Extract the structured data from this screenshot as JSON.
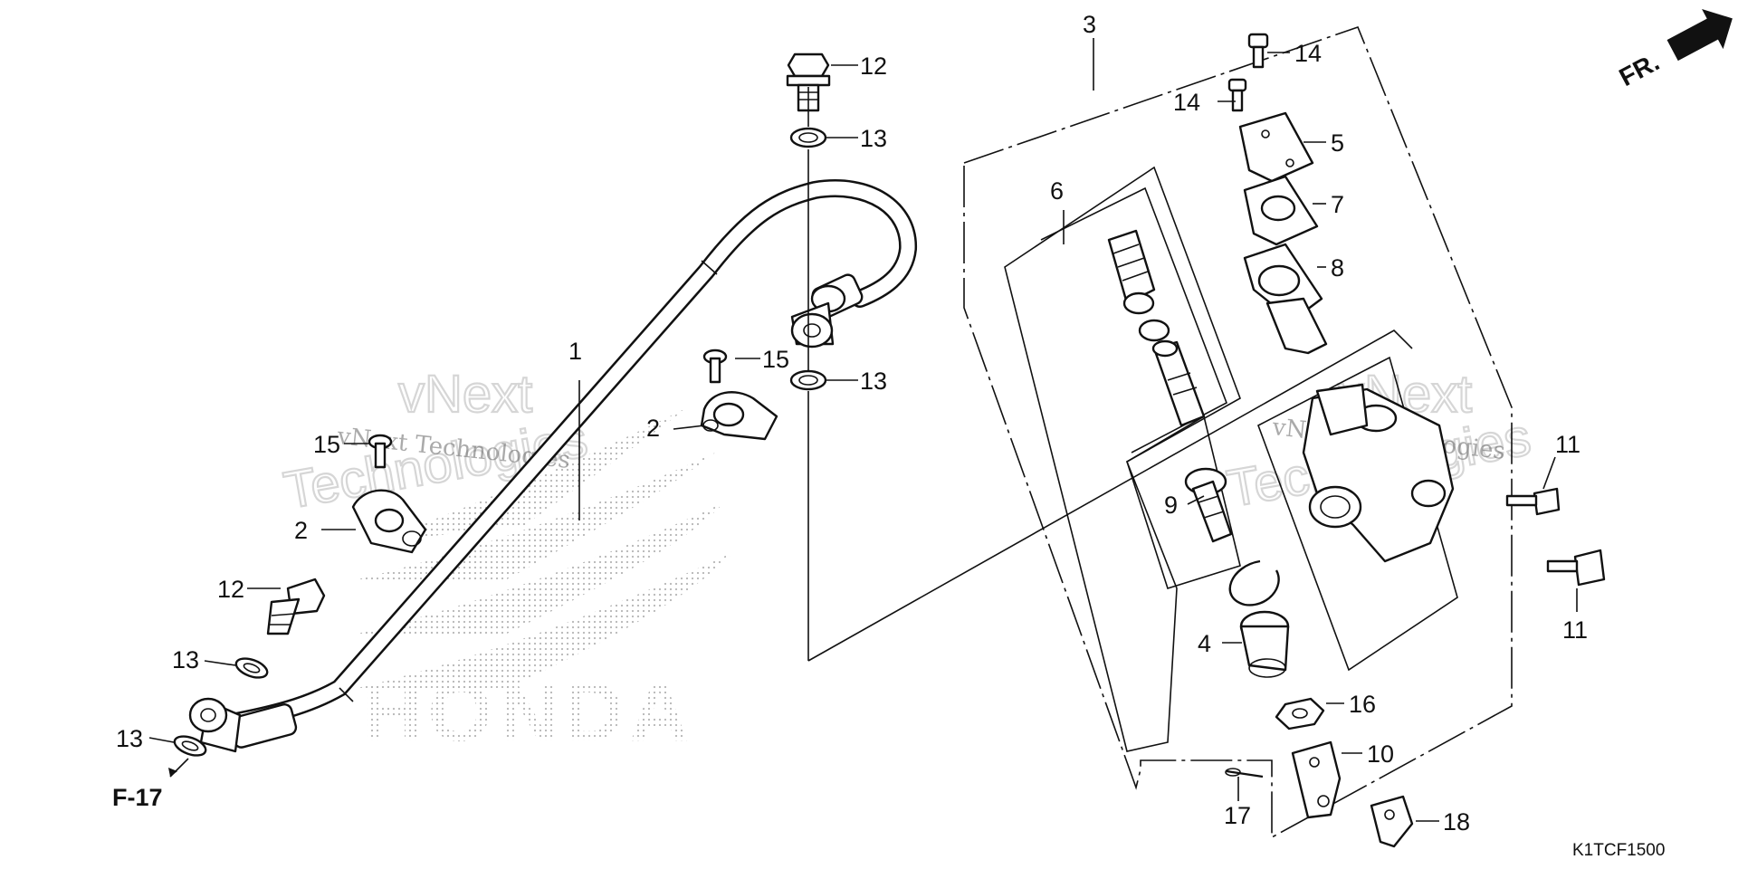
{
  "callouts": [
    {
      "id": "c1",
      "label": "1"
    },
    {
      "id": "c2a",
      "label": "2"
    },
    {
      "id": "c2b",
      "label": "2"
    },
    {
      "id": "c3",
      "label": "3"
    },
    {
      "id": "c4",
      "label": "4"
    },
    {
      "id": "c5",
      "label": "5"
    },
    {
      "id": "c6",
      "label": "6"
    },
    {
      "id": "c7",
      "label": "7"
    },
    {
      "id": "c8",
      "label": "8"
    },
    {
      "id": "c9",
      "label": "9"
    },
    {
      "id": "c10",
      "label": "10"
    },
    {
      "id": "c11a",
      "label": "11"
    },
    {
      "id": "c11b",
      "label": "11"
    },
    {
      "id": "c12a",
      "label": "12"
    },
    {
      "id": "c12b",
      "label": "12"
    },
    {
      "id": "c13a",
      "label": "13"
    },
    {
      "id": "c13b",
      "label": "13"
    },
    {
      "id": "c13c",
      "label": "13"
    },
    {
      "id": "c13d",
      "label": "13"
    },
    {
      "id": "c14a",
      "label": "14"
    },
    {
      "id": "c14b",
      "label": "14"
    },
    {
      "id": "c15a",
      "label": "15"
    },
    {
      "id": "c15b",
      "label": "15"
    },
    {
      "id": "c16",
      "label": "16"
    },
    {
      "id": "c17",
      "label": "17"
    },
    {
      "id": "c18",
      "label": "18"
    }
  ],
  "reference": {
    "label": "F-17"
  },
  "direction": {
    "label": "FR."
  },
  "diagram_code": "K1TCF1500",
  "watermark": {
    "line1": "vNext",
    "line2": "Technologies",
    "mono": "vNext Technologies",
    "brand": "HONDA"
  }
}
